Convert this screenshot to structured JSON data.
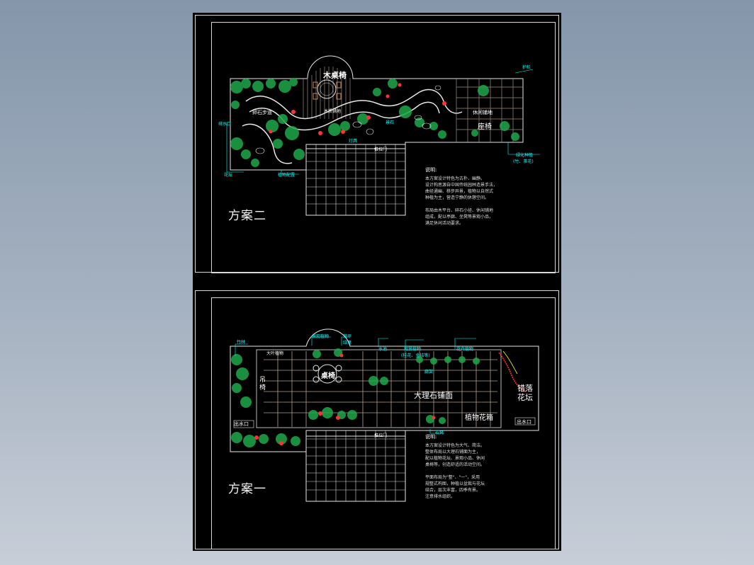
{
  "plan_a": {
    "title": "方案二",
    "notes_heading": "说明:",
    "notes_lines": [
      "本方案设计特色为古朴、幽静。",
      "设计构思源自中国传统园林造景手法，",
      "曲径通幽、移步异景，植物以自然式",
      "种植为主，营造宁静的休憩空间。",
      "",
      "布局由木平台、碎石小径、休闲铺地",
      "组成，配以亭廊、坐凳等景观小品，",
      "满足休闲活动要求。"
    ],
    "labels": {
      "wood_seat": "木桌椅",
      "wood_deck": "木质铺地",
      "gravel_path": "卵石步道",
      "leisure_pave": "休闲铺地",
      "seat": "座椅",
      "sign_top_right": "护栏",
      "drain": "排水口",
      "flower_bed": "花坛",
      "plant_border": "植物配置",
      "side_plants": "绿化种植",
      "side_plants_sub": "(竹、茶花)",
      "lamp": "灯具",
      "stone": "景石",
      "door": "推拉门"
    }
  },
  "plan_b": {
    "title": "方案一",
    "notes_heading": "说明:",
    "notes_lines": [
      "本方案设计特色为大气、简洁。",
      "整体布局以大理石铺面为主，",
      "配以植物花坛、景观小品、休闲",
      "桌椅等，创造舒适的活动空间。",
      "",
      "平面布局为\"整\"、\"一\"，采用",
      "规整式构图，种植以盆栽与花坛",
      "结合，层次丰富，四季有景。",
      "注意排水组织。"
    ],
    "labels": {
      "table_chair": "桌椅",
      "marble": "大理石铺面",
      "flower_bed": "错落花坛",
      "plant_box": "植物花箱",
      "drain_left": "出水口",
      "drain_right": "出水口",
      "bench": "吊椅",
      "door": "推拉门",
      "tree": "竹林",
      "big_plant": "大叶植物",
      "pergola": "廊架",
      "cl1": "景观植物",
      "cl2": "草坪",
      "cl3": "绿篱",
      "cl4": "观赏植物",
      "cl4_sub": "(桂花、金桔等)",
      "cl5": "花卉植物",
      "cl6": "石凳",
      "cl7": "水池"
    }
  },
  "colors": {
    "background": "#000000",
    "cad_white": "#e6e6e6",
    "cad_cyan": "#00ffff",
    "cad_green": "#1fa84b",
    "cad_red": "#ff3333",
    "cad_yellow": "#ffff33"
  }
}
